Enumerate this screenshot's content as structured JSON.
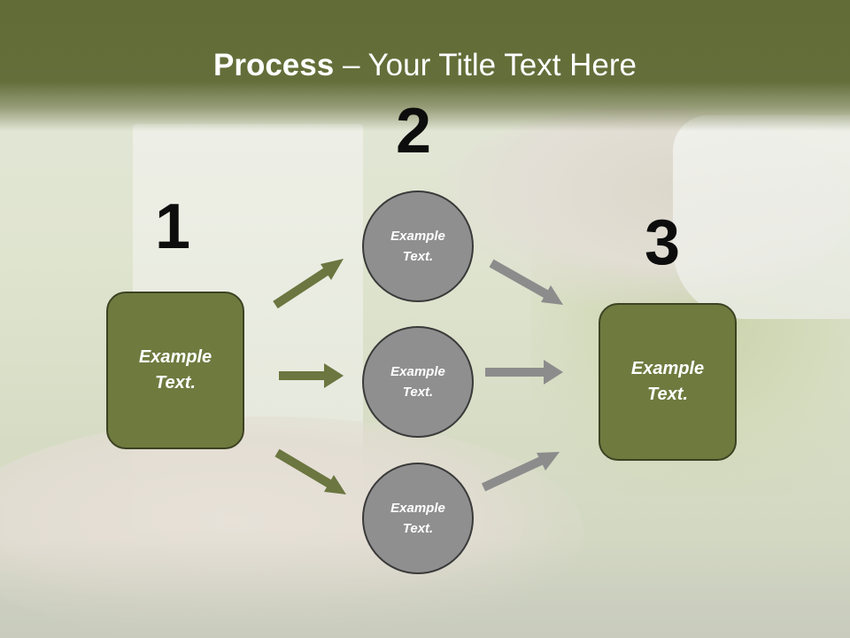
{
  "slide": {
    "title_bold": "Process",
    "title_rest": " – Your Title Text Here"
  },
  "steps": {
    "one": "1",
    "two": "2",
    "three": "3"
  },
  "boxes": {
    "left": "Example\nText.",
    "right": "Example\nText."
  },
  "circles": {
    "top": "Example\nText.",
    "middle": "Example\nText.",
    "bottom": "Example\nText."
  },
  "colors": {
    "title_bar": "#646e3a",
    "box_fill": "#6f7a3f",
    "green_arrow": "#6b7640",
    "circle_fill": "#8f8f8f",
    "gray_arrow": "#8c8c8c"
  }
}
